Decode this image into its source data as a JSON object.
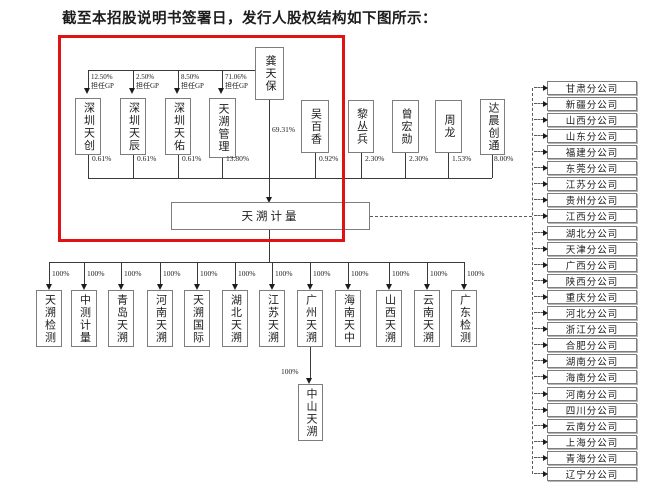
{
  "title": "截至本招股说明书签署日，发行人股权结构如下图所示：",
  "colors": {
    "highlight_red": "#e01212",
    "line": "#3a3a3a",
    "box_border": "#7d7d7d"
  },
  "chart": {
    "founder": {
      "name": "龚天保",
      "pct": "69.31%"
    },
    "gp": [
      {
        "pct": "12.50%",
        "role": "担任GP"
      },
      {
        "pct": "2.50%",
        "role": "担任GP"
      },
      {
        "pct": "8.50%",
        "role": "担任GP"
      },
      {
        "pct": "71.06%",
        "role": "担任GP"
      }
    ],
    "holdings": [
      {
        "name": "深圳天创",
        "pct": "0.61%"
      },
      {
        "name": "深圳天辰",
        "pct": "0.61%"
      },
      {
        "name": "深圳天佑",
        "pct": "0.61%"
      },
      {
        "name": "天溯管理",
        "pct": "13.80%"
      }
    ],
    "shareholders": [
      {
        "name": "吴百香",
        "pct": "0.92%"
      },
      {
        "name": "黎丛兵",
        "pct": "2.30%"
      },
      {
        "name": "曾宏勋",
        "pct": "2.30%"
      },
      {
        "name": "周龙",
        "pct": "1.53%"
      },
      {
        "name": "达晨创通",
        "pct": "8.00%"
      }
    ],
    "issuer": {
      "name": "天溯计量"
    },
    "subsidiaries": [
      {
        "name": "天溯检测",
        "pct": "100%"
      },
      {
        "name": "中测计量",
        "pct": "100%"
      },
      {
        "name": "青岛天溯",
        "pct": "100%"
      },
      {
        "name": "河南天溯",
        "pct": "100%"
      },
      {
        "name": "天溯国际",
        "pct": "100%"
      },
      {
        "name": "湖北天溯",
        "pct": "100%"
      },
      {
        "name": "江苏天溯",
        "pct": "100%"
      },
      {
        "name": "广州天溯",
        "pct": "100%"
      },
      {
        "name": "海南天中",
        "pct": "100%"
      },
      {
        "name": "山西天溯",
        "pct": "100%"
      },
      {
        "name": "云南天溯",
        "pct": "100%"
      },
      {
        "name": "广东检测",
        "pct": "100%"
      }
    ],
    "grandchild": {
      "name": "中山天溯",
      "pct": "100%"
    },
    "branches": [
      "甘肃分公司",
      "新疆分公司",
      "山西分公司",
      "山东分公司",
      "福建分公司",
      "东莞分公司",
      "江苏分公司",
      "贵州分公司",
      "江西分公司",
      "湖北分公司",
      "天津分公司",
      "广西分公司",
      "陕西分公司",
      "重庆分公司",
      "河北分公司",
      "浙江分公司",
      "合肥分公司",
      "湖南分公司",
      "海南分公司",
      "河南分公司",
      "四川分公司",
      "云南分公司",
      "上海分公司",
      "青海分公司",
      "辽宁分公司"
    ]
  }
}
